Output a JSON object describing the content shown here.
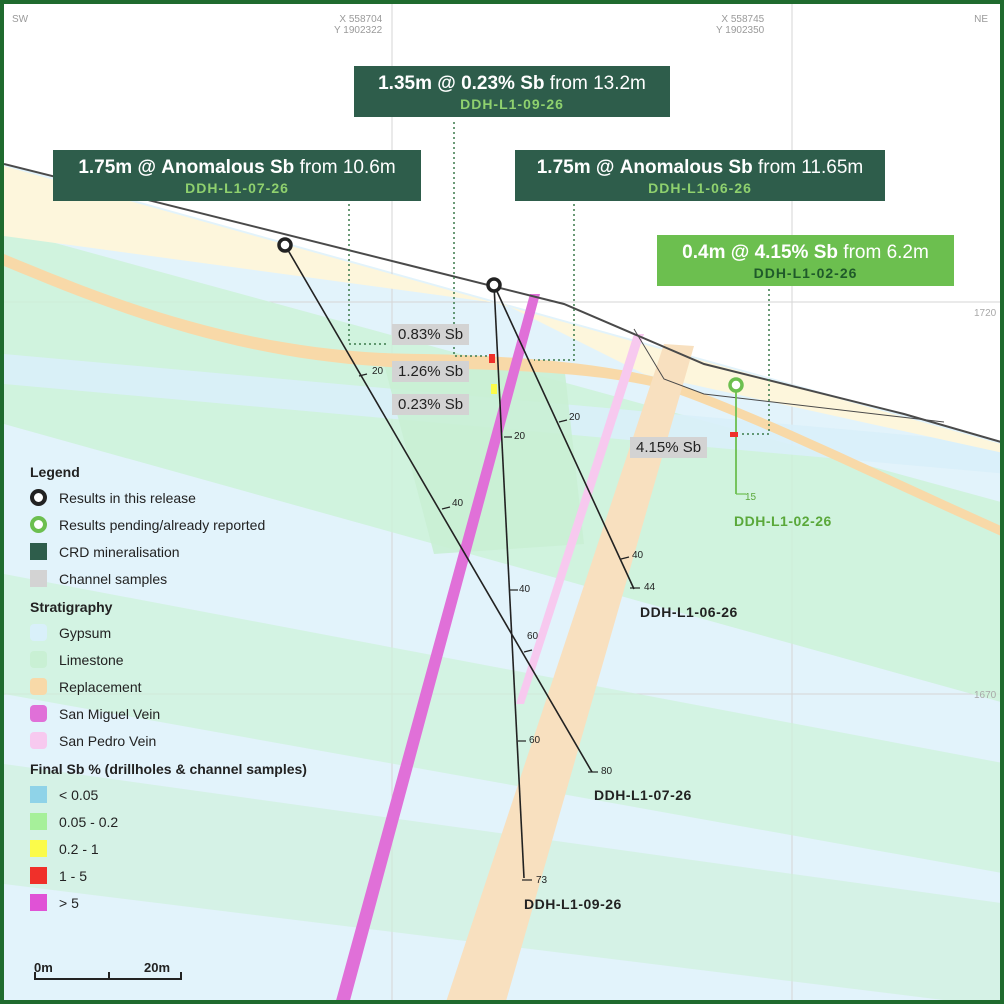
{
  "orientation": {
    "left": "SW",
    "right": "NE"
  },
  "coordinates": [
    {
      "x": "X 558704",
      "y": "Y 1902322"
    },
    {
      "x": "X 558745",
      "y": "Y 1902350"
    }
  ],
  "elevations": [
    "1720",
    "1670"
  ],
  "callouts": [
    {
      "id": "c09",
      "interval": "1.35m",
      "grade": "0.23% Sb",
      "from": "from 13.2m",
      "hole": "DDH-L1-09-26",
      "style": "dark"
    },
    {
      "id": "c07",
      "interval": "1.75m",
      "grade": "Anomalous Sb",
      "from": "from 10.6m",
      "hole": "DDH-L1-07-26",
      "style": "dark"
    },
    {
      "id": "c06",
      "interval": "1.75m",
      "grade": "Anomalous Sb",
      "from": "from 11.65m",
      "hole": "DDH-L1-06-26",
      "style": "dark"
    },
    {
      "id": "c02",
      "interval": "0.4m",
      "grade": "4.15% Sb",
      "from": "from 6.2m",
      "hole": "DDH-L1-02-26",
      "style": "green"
    }
  ],
  "callout_joiner": "@",
  "assays": [
    "0.83% Sb",
    "1.26% Sb",
    "0.23% Sb",
    "4.15% Sb"
  ],
  "holes": [
    {
      "name": "DDH-L1-06-26",
      "end_depth": "44",
      "ticks": [
        "20",
        "40"
      ],
      "status": "this release"
    },
    {
      "name": "DDH-L1-07-26",
      "end_depth": "80",
      "ticks": [
        "20",
        "40",
        "60"
      ],
      "status": "this release"
    },
    {
      "name": "DDH-L1-09-26",
      "end_depth": "73",
      "ticks": [
        "20",
        "40",
        "60"
      ],
      "status": "this release"
    },
    {
      "name": "DDH-L1-02-26",
      "end_depth": "15",
      "ticks": [],
      "status": "pending"
    }
  ],
  "legend": {
    "title": "Legend",
    "symbols": [
      {
        "label": "Results in this release",
        "icon": "dark-ring-icon"
      },
      {
        "label": "Results pending/already reported",
        "icon": "green-ring-icon"
      },
      {
        "label": "CRD mineralisation",
        "icon": "crd-swatch-icon"
      },
      {
        "label": "Channel samples",
        "icon": "channel-swatch-icon"
      }
    ],
    "stratigraphy_title": "Stratigraphy",
    "stratigraphy": [
      {
        "label": "Gypsum",
        "color": "#d9f0fa"
      },
      {
        "label": "Limestone",
        "color": "#c9f0d4"
      },
      {
        "label": "Replacement",
        "color": "#f8d9a8"
      },
      {
        "label": "San Miguel Vein",
        "color": "#e070d8"
      },
      {
        "label": "San Pedro Vein",
        "color": "#f7c9ef"
      }
    ],
    "grade_title": "Final Sb % (drillholes & channel samples)",
    "grades": [
      {
        "label": "< 0.05",
        "color": "#8fd3e8"
      },
      {
        "label": "0.05 - 0.2",
        "color": "#a6f09a"
      },
      {
        "label": "0.2 - 1",
        "color": "#fbfb4a"
      },
      {
        "label": "1 - 5",
        "color": "#f0302a"
      },
      {
        "label": "> 5",
        "color": "#e052d6"
      }
    ]
  },
  "scale": {
    "start": "0m",
    "end": "20m"
  },
  "colors": {
    "frame": "#1f6b2e",
    "callout_dark": "#2e5d4b",
    "callout_green": "#6cbf4f",
    "gypsum": "#d9f0fa",
    "limestone": "#c9f0d4",
    "replacement": "#f8d9a8",
    "san_miguel": "#e070d8",
    "san_pedro": "#f7c9ef"
  }
}
